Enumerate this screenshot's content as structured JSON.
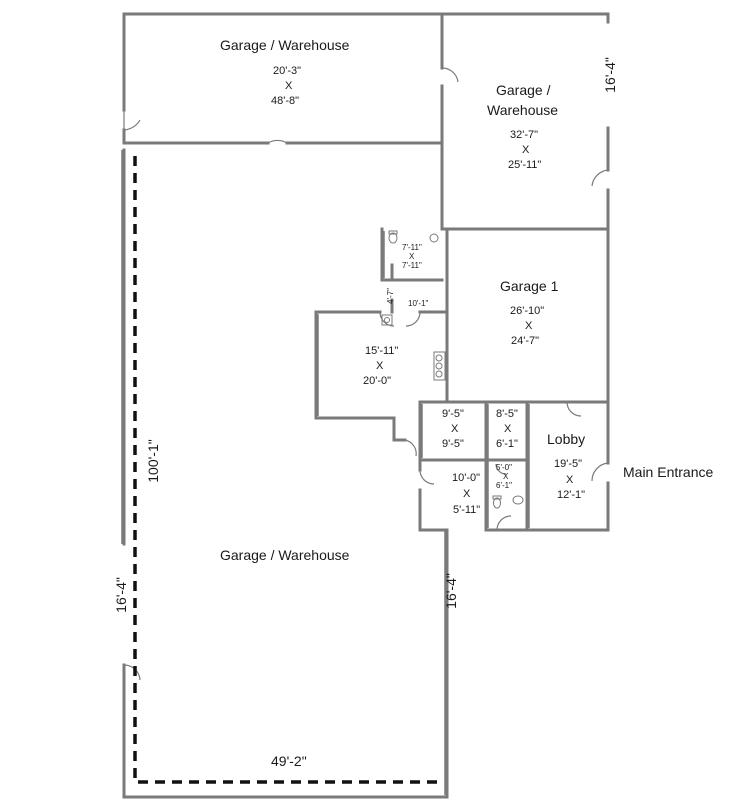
{
  "rooms": {
    "garage_top_left": {
      "name": "Garage / Warehouse",
      "width": "20'-3\"",
      "x": "X",
      "length": "48'-8\""
    },
    "garage_top_right": {
      "name_line1": "Garage /",
      "name_line2": "Warehouse",
      "width": "32'-7\"",
      "x": "X",
      "length": "25'-11\""
    },
    "garage_1": {
      "name": "Garage 1",
      "width": "26'-10\"",
      "x": "X",
      "length": "24'-7\""
    },
    "bath_upper": {
      "width": "7'-11\"",
      "x": "X",
      "length": "7'-11\""
    },
    "office": {
      "width": "15'-11\"",
      "x": "X",
      "length": "20'-0\""
    },
    "room_a": {
      "width": "9'-5\"",
      "x": "X",
      "length": "9'-5\""
    },
    "room_b": {
      "width": "8'-5\"",
      "x": "X",
      "length": "6'-1\""
    },
    "room_c": {
      "width": "10'-0\"",
      "x": "X",
      "length": "5'-11\""
    },
    "bath_lower": {
      "width": "5'-0\"",
      "x": "X",
      "length": "6'-1\""
    },
    "lobby": {
      "name": "Lobby",
      "width": "19'-5\"",
      "x": "X",
      "length": "12'-1\""
    },
    "garage_main": {
      "name": "Garage / Warehouse"
    }
  },
  "dimensions": {
    "hall_vertical": "4'-7\"",
    "hall_horizontal": "10'-1\"",
    "main_depth": "100'-1\"",
    "main_width": "49'-2\"",
    "door_left": "16'-4\"",
    "door_center": "16'-4\"",
    "door_top_right": "16'-4\""
  },
  "labels": {
    "main_entrance": "Main Entrance"
  },
  "colors": {
    "wall": "#7a7a7a",
    "dash": "#111111",
    "text": "#1a1a1a"
  }
}
